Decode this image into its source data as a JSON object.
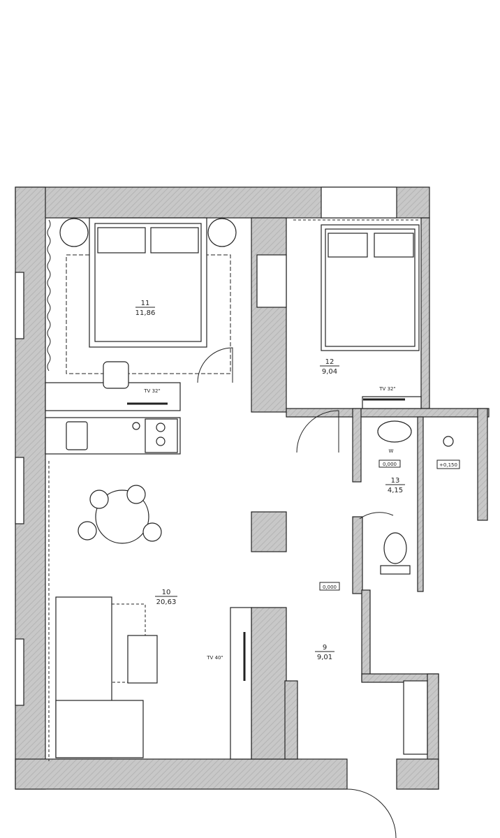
{
  "rooms": [
    {
      "number": "11",
      "area": "11,86"
    },
    {
      "number": "12",
      "area": "9,04"
    },
    {
      "number": "13",
      "area": "4,15"
    },
    {
      "number": "10",
      "area": "20,63"
    },
    {
      "number": "9",
      "area": "9,01"
    }
  ],
  "tv_labels": {
    "bedroom_11": "TV 32\"",
    "bedroom_12": "TV 32\"",
    "living": "TV 40\""
  },
  "levels": {
    "bath": "0,000",
    "shower": "+0,150",
    "hall": "0,000"
  },
  "washer_label": "W",
  "colors": {
    "wall_fill": "#c8c8c8",
    "line": "#222222"
  }
}
